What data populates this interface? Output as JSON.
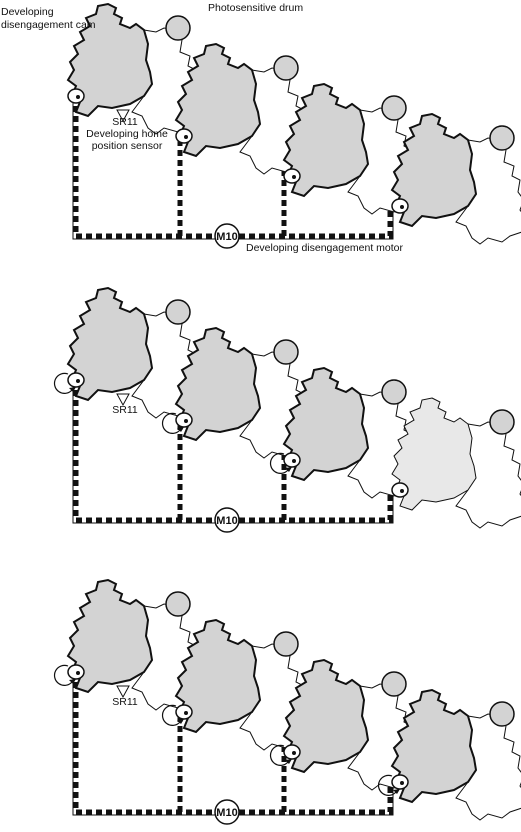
{
  "labels": {
    "cam": "Developing\ndisengagement cam",
    "drum": "Photosensitive drum",
    "sensor_id": "SR11",
    "sensor_name": "Developing home\nposition sensor",
    "motor_id": "M10",
    "motor_name": "Developing disengagement motor"
  },
  "panels": [
    {
      "state": "all-engaged",
      "cartridges_faded": [
        false,
        false,
        false,
        false
      ],
      "cam_arrows": [
        false,
        false,
        false,
        false
      ]
    },
    {
      "state": "three-engaged",
      "cartridges_faded": [
        false,
        false,
        false,
        true
      ],
      "cam_arrows": [
        true,
        true,
        true,
        false
      ]
    },
    {
      "state": "all-disengaged",
      "cartridges_faded": [
        false,
        false,
        false,
        false
      ],
      "cam_arrows": [
        true,
        true,
        true,
        true
      ]
    }
  ],
  "colors": {
    "line": "#111111",
    "cartridge_fill": "#d3d3d3",
    "cartridge_fill_faded": "#e8e8e8",
    "background": "#ffffff"
  }
}
